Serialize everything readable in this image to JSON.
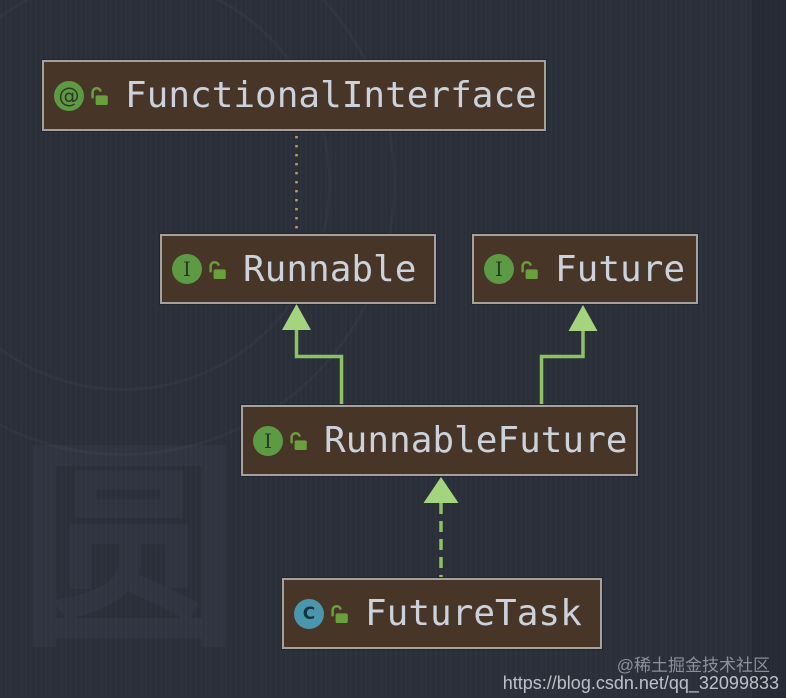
{
  "diagram": {
    "nodes": [
      {
        "id": "FunctionalInterface",
        "label": "FunctionalInterface",
        "kind": "annotation",
        "icon_glyph": "@",
        "visibility": "public"
      },
      {
        "id": "Runnable",
        "label": "Runnable",
        "kind": "interface",
        "icon_glyph": "I",
        "visibility": "public"
      },
      {
        "id": "Future",
        "label": "Future",
        "kind": "interface",
        "icon_glyph": "I",
        "visibility": "public"
      },
      {
        "id": "RunnableFuture",
        "label": "RunnableFuture",
        "kind": "interface",
        "icon_glyph": "I",
        "visibility": "public"
      },
      {
        "id": "FutureTask",
        "label": "FutureTask",
        "kind": "class",
        "icon_glyph": "C",
        "visibility": "public"
      }
    ],
    "edges": [
      {
        "from": "FunctionalInterface",
        "to": "Runnable",
        "style": "dotted",
        "arrowhead": "none"
      },
      {
        "from": "RunnableFuture",
        "to": "Runnable",
        "style": "solid",
        "arrowhead": "filled-triangle"
      },
      {
        "from": "RunnableFuture",
        "to": "Future",
        "style": "solid",
        "arrowhead": "filled-triangle"
      },
      {
        "from": "FutureTask",
        "to": "RunnableFuture",
        "style": "dashed",
        "arrowhead": "filled-triangle"
      }
    ]
  },
  "watermark": {
    "community": "@稀土掘金技术社区",
    "url": "https://blog.csdn.net/qq_32099833",
    "background_glyph": "圆"
  },
  "colors": {
    "background": "#2a2f3a",
    "node_fill": "#473627",
    "node_border": "#a5a19c",
    "node_text": "#cbd2dc",
    "annotation_interface_icon_green": "#5c9a44",
    "class_icon_teal": "#4a96ad",
    "lock_green": "#68a03a",
    "edge_green": "#8cc263",
    "edge_arrowhead_green": "#a4d47e",
    "dotted_edge_amber": "#c49a4e"
  }
}
